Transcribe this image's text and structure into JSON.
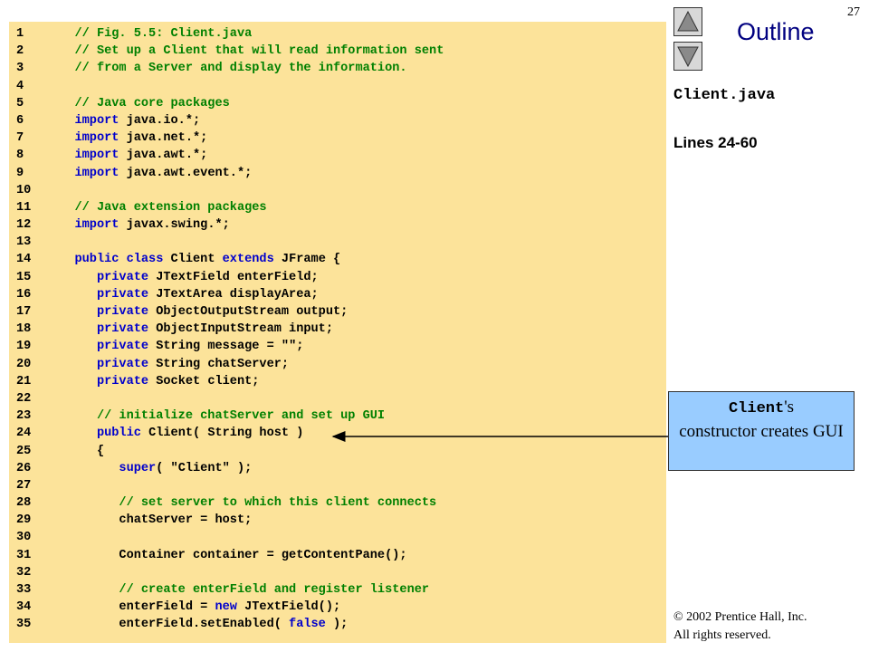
{
  "slide": {
    "number": "27",
    "outline_title": "Outline",
    "file_label": "Client.java",
    "lines_label": "Lines 24-60",
    "nav": {
      "up_icon": "triangle-up-icon",
      "down_icon": "triangle-down-icon"
    }
  },
  "callout": {
    "mono": "Client",
    "suffix": "'s",
    "text": "constructor creates GUI",
    "target_line": "24"
  },
  "copyright": {
    "line1": "© 2002 Prentice Hall, Inc.",
    "line2": "All rights reserved."
  },
  "colors": {
    "code_bg": "#fce39a",
    "comment": "#008000",
    "keyword": "#0000cc",
    "callout_bg": "#99ccff",
    "outline_title": "#000080"
  },
  "code": [
    {
      "n": "1",
      "tokens": [
        {
          "t": "c",
          "v": "   // Fig. 5.5: Client.java"
        }
      ]
    },
    {
      "n": "2",
      "tokens": [
        {
          "t": "c",
          "v": "   // Set up a Client that will read information sent"
        }
      ]
    },
    {
      "n": "3",
      "tokens": [
        {
          "t": "c",
          "v": "   // from a Server and display the information."
        }
      ]
    },
    {
      "n": "4",
      "tokens": []
    },
    {
      "n": "5",
      "tokens": [
        {
          "t": "c",
          "v": "   // Java core packages"
        }
      ]
    },
    {
      "n": "6",
      "tokens": [
        {
          "t": "k",
          "v": "   import"
        },
        {
          "t": "p",
          "v": " java.io.*;"
        }
      ]
    },
    {
      "n": "7",
      "tokens": [
        {
          "t": "k",
          "v": "   import"
        },
        {
          "t": "p",
          "v": " java.net.*;"
        }
      ]
    },
    {
      "n": "8",
      "tokens": [
        {
          "t": "k",
          "v": "   import"
        },
        {
          "t": "p",
          "v": " java.awt.*;"
        }
      ]
    },
    {
      "n": "9",
      "tokens": [
        {
          "t": "k",
          "v": "   import"
        },
        {
          "t": "p",
          "v": " java.awt.event.*;"
        }
      ]
    },
    {
      "n": "10",
      "tokens": []
    },
    {
      "n": "11",
      "tokens": [
        {
          "t": "c",
          "v": "   // Java extension packages"
        }
      ]
    },
    {
      "n": "12",
      "tokens": [
        {
          "t": "k",
          "v": "   import"
        },
        {
          "t": "p",
          "v": " javax.swing.*;"
        }
      ]
    },
    {
      "n": "13",
      "tokens": []
    },
    {
      "n": "14",
      "tokens": [
        {
          "t": "k",
          "v": "   public class"
        },
        {
          "t": "p",
          "v": " Client "
        },
        {
          "t": "k",
          "v": "extends"
        },
        {
          "t": "p",
          "v": " JFrame {"
        }
      ]
    },
    {
      "n": "15",
      "tokens": [
        {
          "t": "k",
          "v": "      private"
        },
        {
          "t": "p",
          "v": " JTextField enterField;"
        }
      ]
    },
    {
      "n": "16",
      "tokens": [
        {
          "t": "k",
          "v": "      private"
        },
        {
          "t": "p",
          "v": " JTextArea displayArea;"
        }
      ]
    },
    {
      "n": "17",
      "tokens": [
        {
          "t": "k",
          "v": "      private"
        },
        {
          "t": "p",
          "v": " ObjectOutputStream output;"
        }
      ]
    },
    {
      "n": "18",
      "tokens": [
        {
          "t": "k",
          "v": "      private"
        },
        {
          "t": "p",
          "v": " ObjectInputStream input;"
        }
      ]
    },
    {
      "n": "19",
      "tokens": [
        {
          "t": "k",
          "v": "      private"
        },
        {
          "t": "p",
          "v": " String message = "
        },
        {
          "t": "s",
          "v": "\"\""
        },
        {
          "t": "p",
          "v": ";"
        }
      ]
    },
    {
      "n": "20",
      "tokens": [
        {
          "t": "k",
          "v": "      private"
        },
        {
          "t": "p",
          "v": " String chatServer;"
        }
      ]
    },
    {
      "n": "21",
      "tokens": [
        {
          "t": "k",
          "v": "      private"
        },
        {
          "t": "p",
          "v": " Socket client;"
        }
      ]
    },
    {
      "n": "22",
      "tokens": []
    },
    {
      "n": "23",
      "tokens": [
        {
          "t": "c",
          "v": "      // initialize chatServer and set up GUI"
        }
      ]
    },
    {
      "n": "24",
      "tokens": [
        {
          "t": "k",
          "v": "      public"
        },
        {
          "t": "p",
          "v": " Client( String host )"
        }
      ]
    },
    {
      "n": "25",
      "tokens": [
        {
          "t": "p",
          "v": "      {"
        }
      ]
    },
    {
      "n": "26",
      "tokens": [
        {
          "t": "k",
          "v": "         super"
        },
        {
          "t": "p",
          "v": "( "
        },
        {
          "t": "s",
          "v": "\"Client\""
        },
        {
          "t": "p",
          "v": " );"
        }
      ]
    },
    {
      "n": "27",
      "tokens": []
    },
    {
      "n": "28",
      "tokens": [
        {
          "t": "c",
          "v": "         // set server to which this client connects"
        }
      ]
    },
    {
      "n": "29",
      "tokens": [
        {
          "t": "p",
          "v": "         chatServer = host;"
        }
      ]
    },
    {
      "n": "30",
      "tokens": []
    },
    {
      "n": "31",
      "tokens": [
        {
          "t": "p",
          "v": "         Container container = getContentPane();"
        }
      ]
    },
    {
      "n": "32",
      "tokens": []
    },
    {
      "n": "33",
      "tokens": [
        {
          "t": "c",
          "v": "         // create enterField and register listener"
        }
      ]
    },
    {
      "n": "34",
      "tokens": [
        {
          "t": "p",
          "v": "         enterField = "
        },
        {
          "t": "k",
          "v": "new"
        },
        {
          "t": "p",
          "v": " JTextField();"
        }
      ]
    },
    {
      "n": "35",
      "tokens": [
        {
          "t": "p",
          "v": "         enterField.setEnabled( "
        },
        {
          "t": "k",
          "v": "false"
        },
        {
          "t": "p",
          "v": " );"
        }
      ]
    }
  ]
}
